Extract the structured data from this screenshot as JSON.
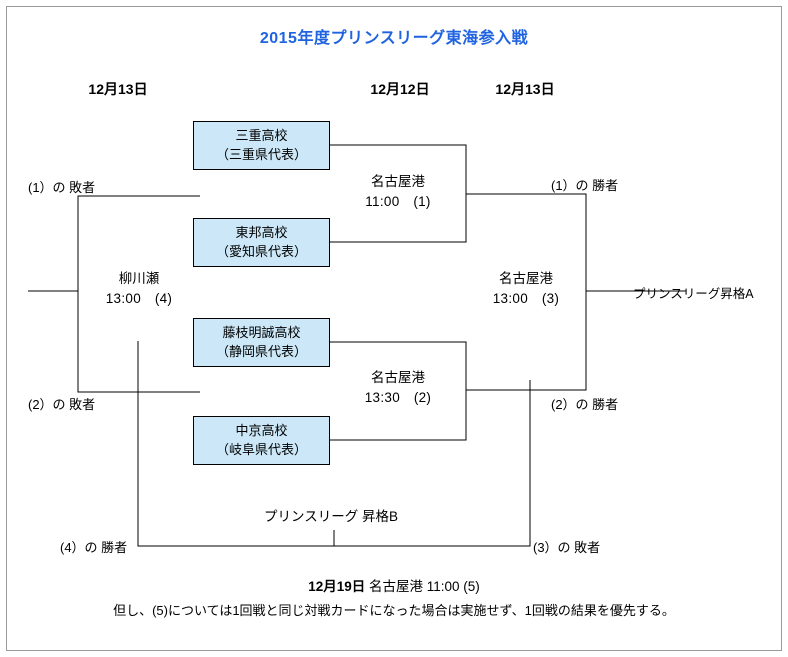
{
  "title": "2015年度プリンスリーグ東海参入戦",
  "title_color": "#1f63e0",
  "box_fill_color": "#cce8f8",
  "dates": {
    "left": "12月13日",
    "middle": "12月12日",
    "right": "12月13日"
  },
  "teams": [
    {
      "name": "三重高校",
      "prefecture": "（三重県代表）"
    },
    {
      "name": "東邦高校",
      "prefecture": "（愛知県代表）"
    },
    {
      "name": "藤枝明誠高校",
      "prefecture": "（静岡県代表）"
    },
    {
      "name": "中京高校",
      "prefecture": "（岐阜県代表）"
    }
  ],
  "matches": [
    {
      "venue": "名古屋港",
      "time": "11:00　(1)"
    },
    {
      "venue": "名古屋港",
      "time": "13:30　(2)"
    },
    {
      "venue": "名古屋港",
      "time": "13:00　(3)"
    },
    {
      "venue": "柳川瀬",
      "time": "13:00　(4)"
    }
  ],
  "labels": {
    "loser_1": "(1）の 敗者",
    "loser_2": "(2）の 敗者",
    "winner_1": "(1）の 勝者",
    "winner_2": "(2）の 勝者",
    "winner_4": "(4）の 勝者",
    "loser_3": "(3）の 敗者",
    "promotion_a": "プリンスリーグ昇格A",
    "promotion_b": "プリンスリーグ 昇格B"
  },
  "footer": {
    "line1_date": "12月19日",
    "line1_rest": "名古屋港  11:00  (5)",
    "line2": "但し、(5)については1回戦と同じ対戦カードになった場合は実施せず、1回戦の結果を優先する。"
  }
}
